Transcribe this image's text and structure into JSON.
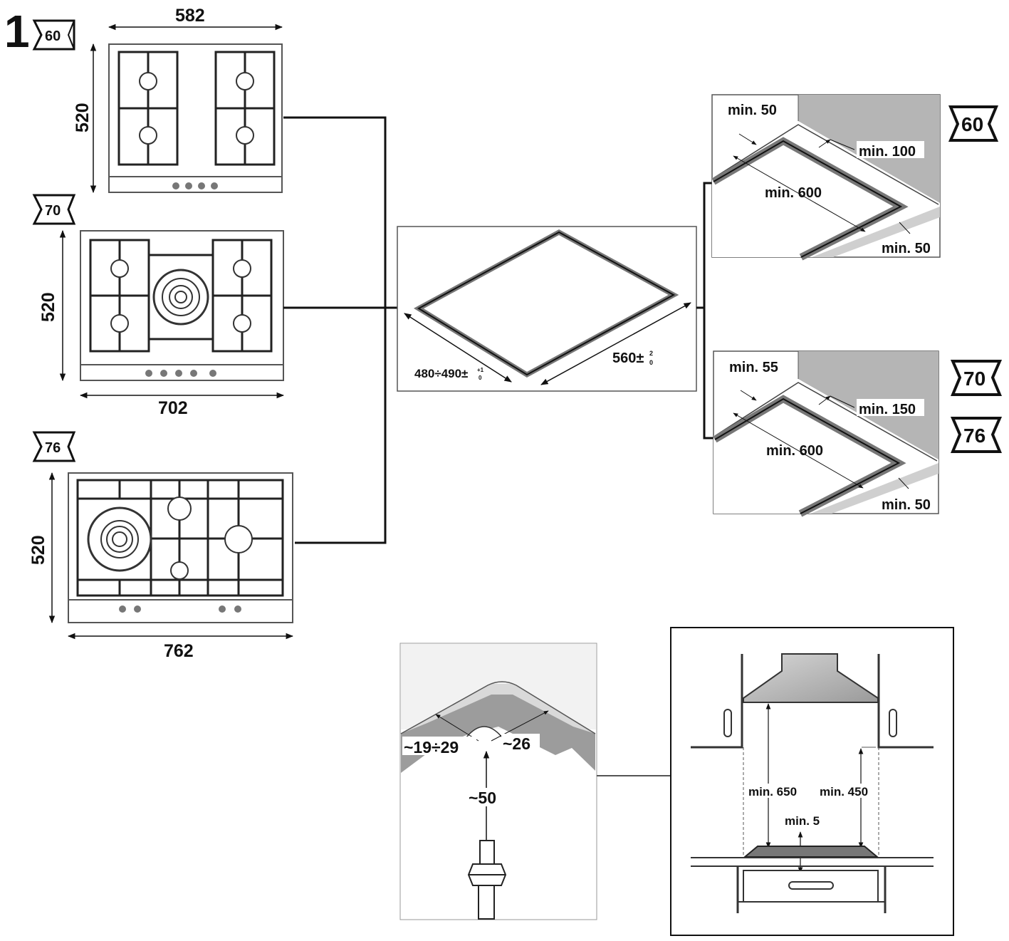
{
  "figure_number": "1",
  "badges": {
    "b60": "60",
    "b70": "70",
    "b76": "76"
  },
  "hob60": {
    "width": "582",
    "depth": "520"
  },
  "hob70": {
    "width": "702",
    "depth": "520"
  },
  "hob76": {
    "width": "762",
    "depth": "520"
  },
  "cutout": {
    "depth_label": "480÷490±",
    "depth_tol_top": "+1",
    "depth_tol_bottom": "0",
    "width_label": "560±",
    "width_tol_top": "2",
    "width_tol_bottom": "0"
  },
  "clearance60": {
    "left_wall": "min. 50",
    "back_wall": "min. 100",
    "above": "min. 600",
    "front": "min. 50"
  },
  "clearance70": {
    "left_wall": "min. 55",
    "back_wall": "min. 150",
    "above": "min. 600",
    "front": "min. 50"
  },
  "bracket": {
    "left": "~19÷29",
    "right": "~26",
    "down": "~50"
  },
  "hood": {
    "left_height": "min. 650",
    "right_height": "min. 450",
    "gap": "min. 5"
  },
  "colors": {
    "line": "#111111",
    "frame": "#555555",
    "grey": "#b8b8b8",
    "light": "#e6e6e6"
  }
}
